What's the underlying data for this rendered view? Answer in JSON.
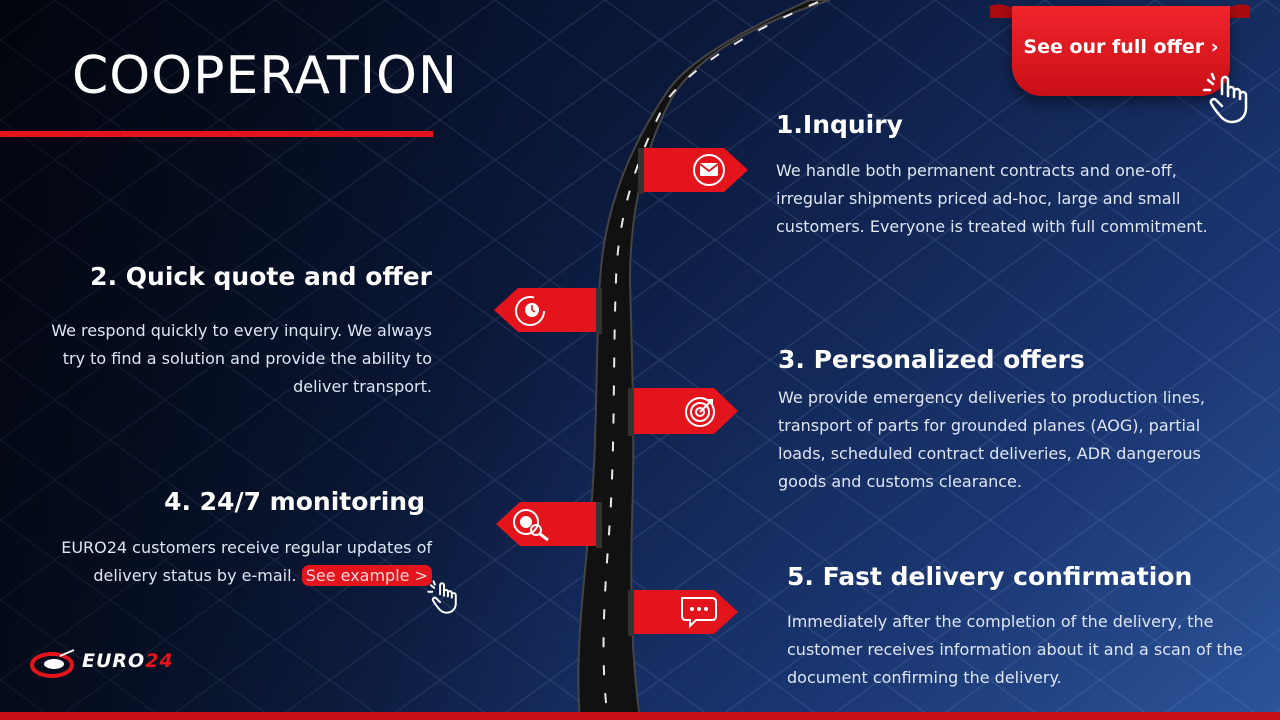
{
  "header": {
    "title": "COOPERATION"
  },
  "offer_button": {
    "label": "See our full offer ›"
  },
  "steps": [
    {
      "title": "1.Inquiry",
      "text": "We handle both permanent contracts and one-off, irregular shipments priced ad-hoc, large and small customers. Everyone is treated with full commitment."
    },
    {
      "title": "2. Quick quote and offer",
      "text": "We respond quickly to every inquiry. We always try to find a solution and provide the ability to deliver transport."
    },
    {
      "title": "3. Personalized offers",
      "text": "We provide emergency deliveries to production lines, transport of parts for grounded planes (AOG), partial loads, scheduled contract deliveries, ADR dangerous goods and customs clearance."
    },
    {
      "title": "4. 24/7 monitoring",
      "text": "EURO24 customers receive regular updates of delivery status by e-mail.",
      "link": "See example >"
    },
    {
      "title": "5. Fast delivery confirmation",
      "text": "Immediately after the completion of the delivery, the customer receives information about it and a scan of the document confirming the delivery."
    }
  ],
  "logo": {
    "text": "EURO",
    "accent": "24"
  },
  "icons": [
    "envelope-icon",
    "stopwatch-icon",
    "target-icon",
    "tracking-icon",
    "chat-icon",
    "pointer-hand-icon"
  ],
  "colors": {
    "accent": "#e3141b",
    "background_dark": "#050a1c",
    "background_light": "#2c5499"
  }
}
